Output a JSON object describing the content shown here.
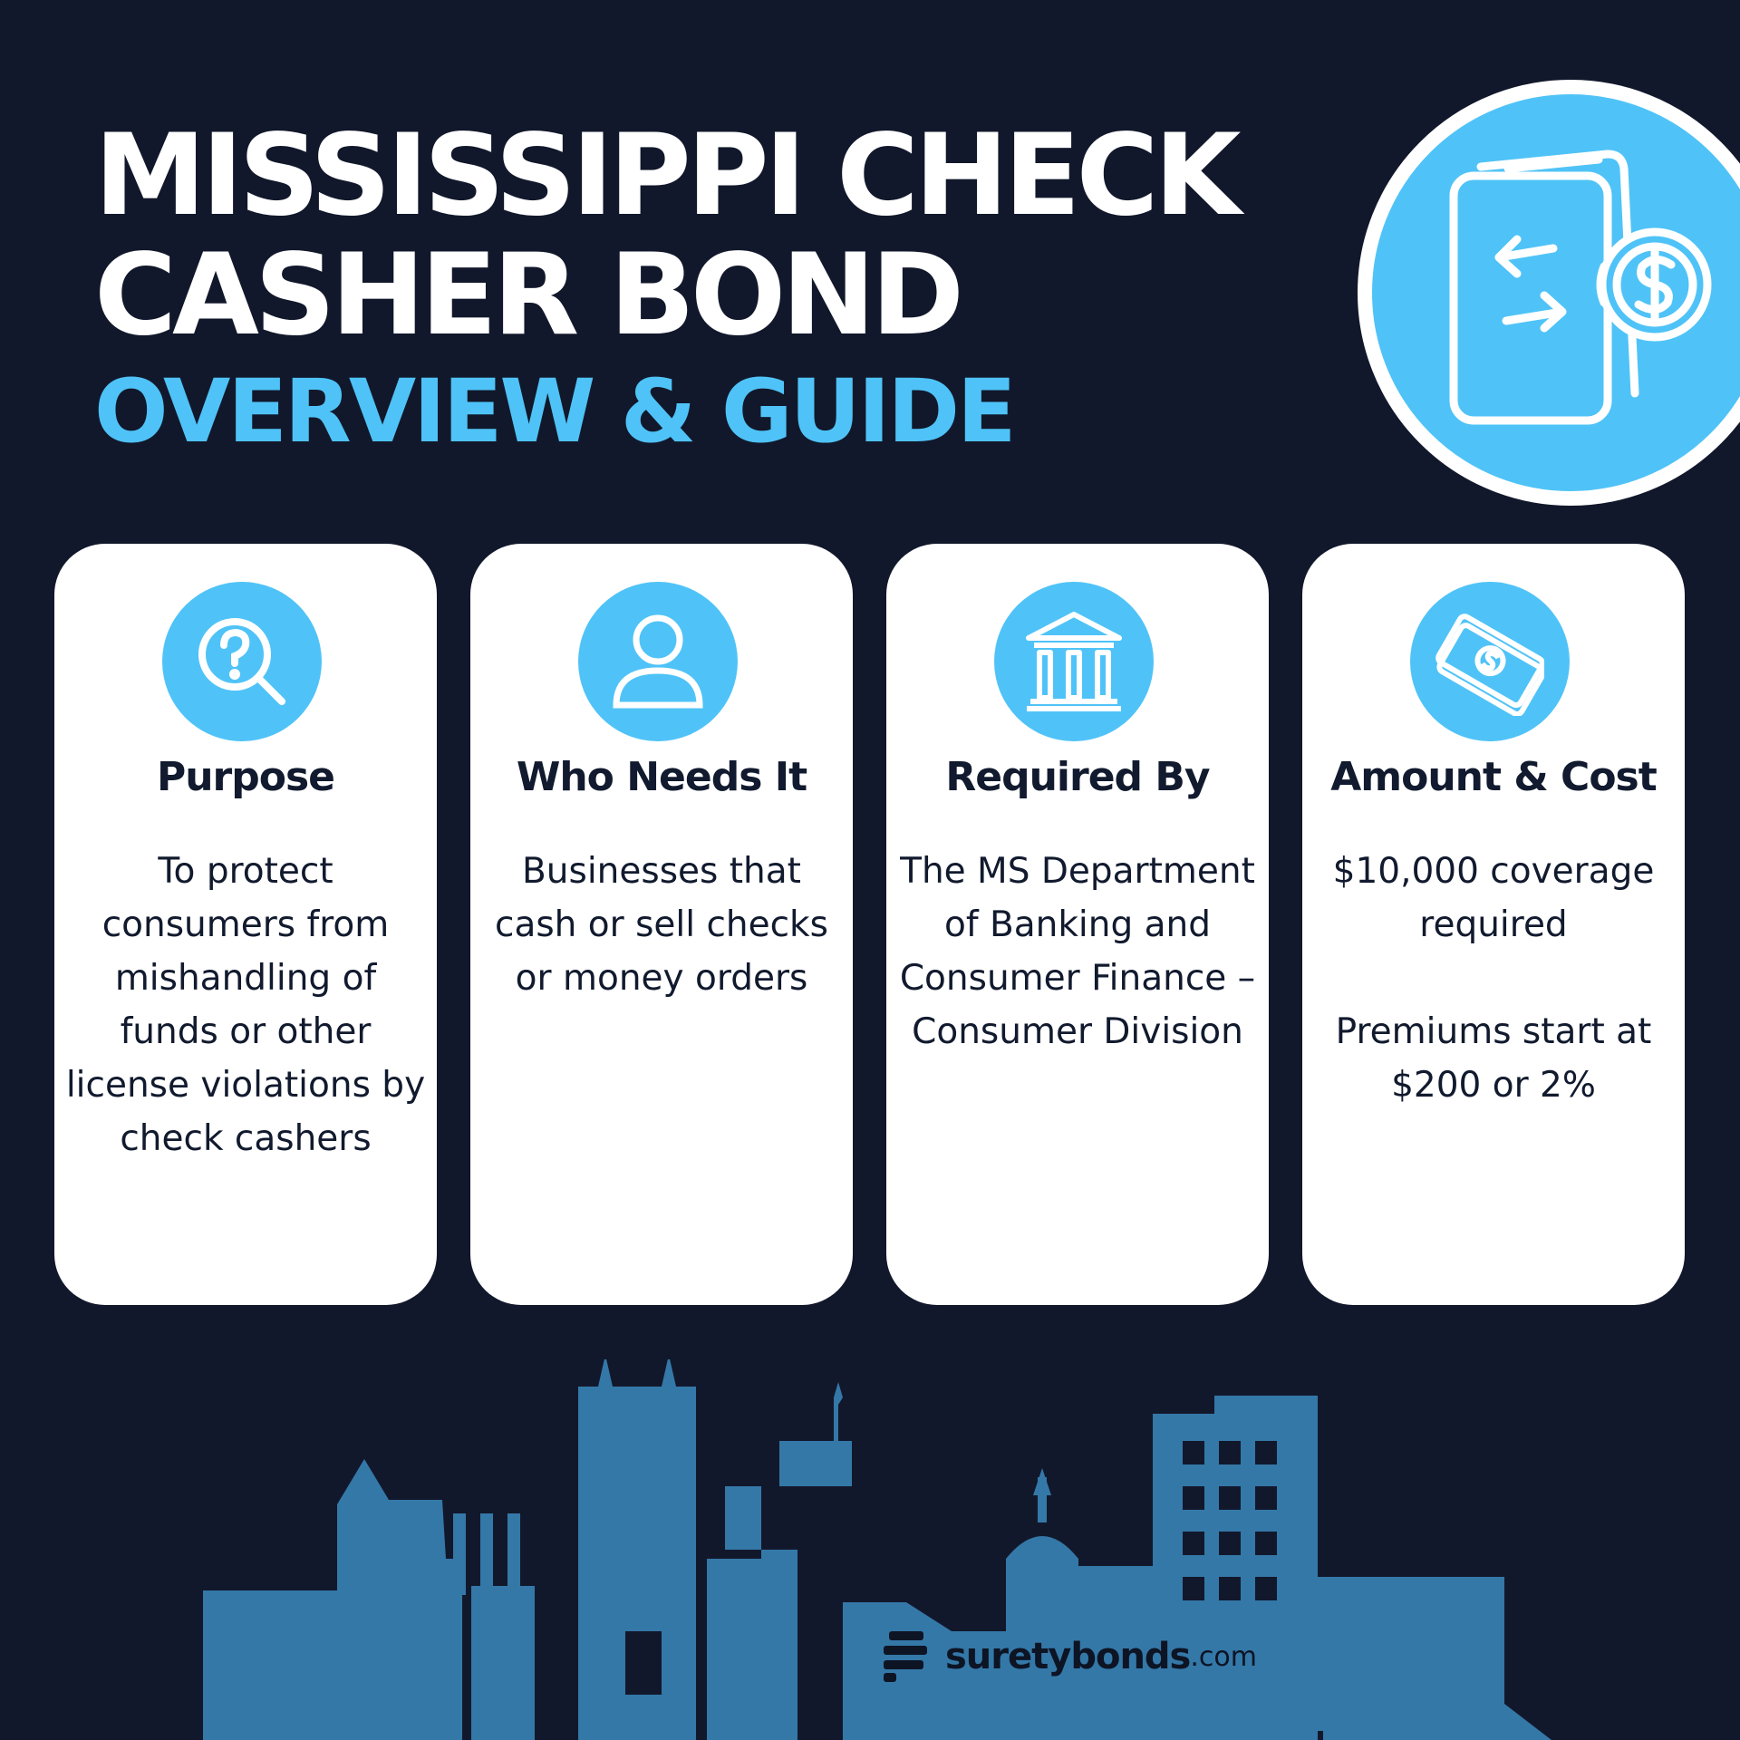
{
  "header": {
    "title_line1": "MISSISSIPPI CHECK",
    "title_line2": "CASHER BOND",
    "subtitle": "OVERVIEW & GUIDE"
  },
  "hero_icon": "phone-payment-dollar-coin-icon",
  "cards": [
    {
      "icon": "question-magnifier-icon",
      "title": "Purpose",
      "body": [
        "To protect consumers from mishandling of funds or other license violations by check cashers"
      ]
    },
    {
      "icon": "person-icon",
      "title": "Who Needs It",
      "body": [
        "Businesses that cash or sell checks or money orders"
      ]
    },
    {
      "icon": "bank-building-icon",
      "title": "Required By",
      "body": [
        "The MS Department of Banking and Consumer Finance – Consumer Division"
      ]
    },
    {
      "icon": "cash-bills-icon",
      "title": "Amount & Cost",
      "body": [
        "$10,000 coverage required",
        "Premiums start at $200 or 2%"
      ]
    }
  ],
  "brand": {
    "name": "suretybonds",
    "tld": ".com"
  },
  "colors": {
    "background": "#12182b",
    "accent": "#4fc3f7",
    "skyline": "#3478a8",
    "card": "#ffffff",
    "text_dark": "#111a2e"
  }
}
